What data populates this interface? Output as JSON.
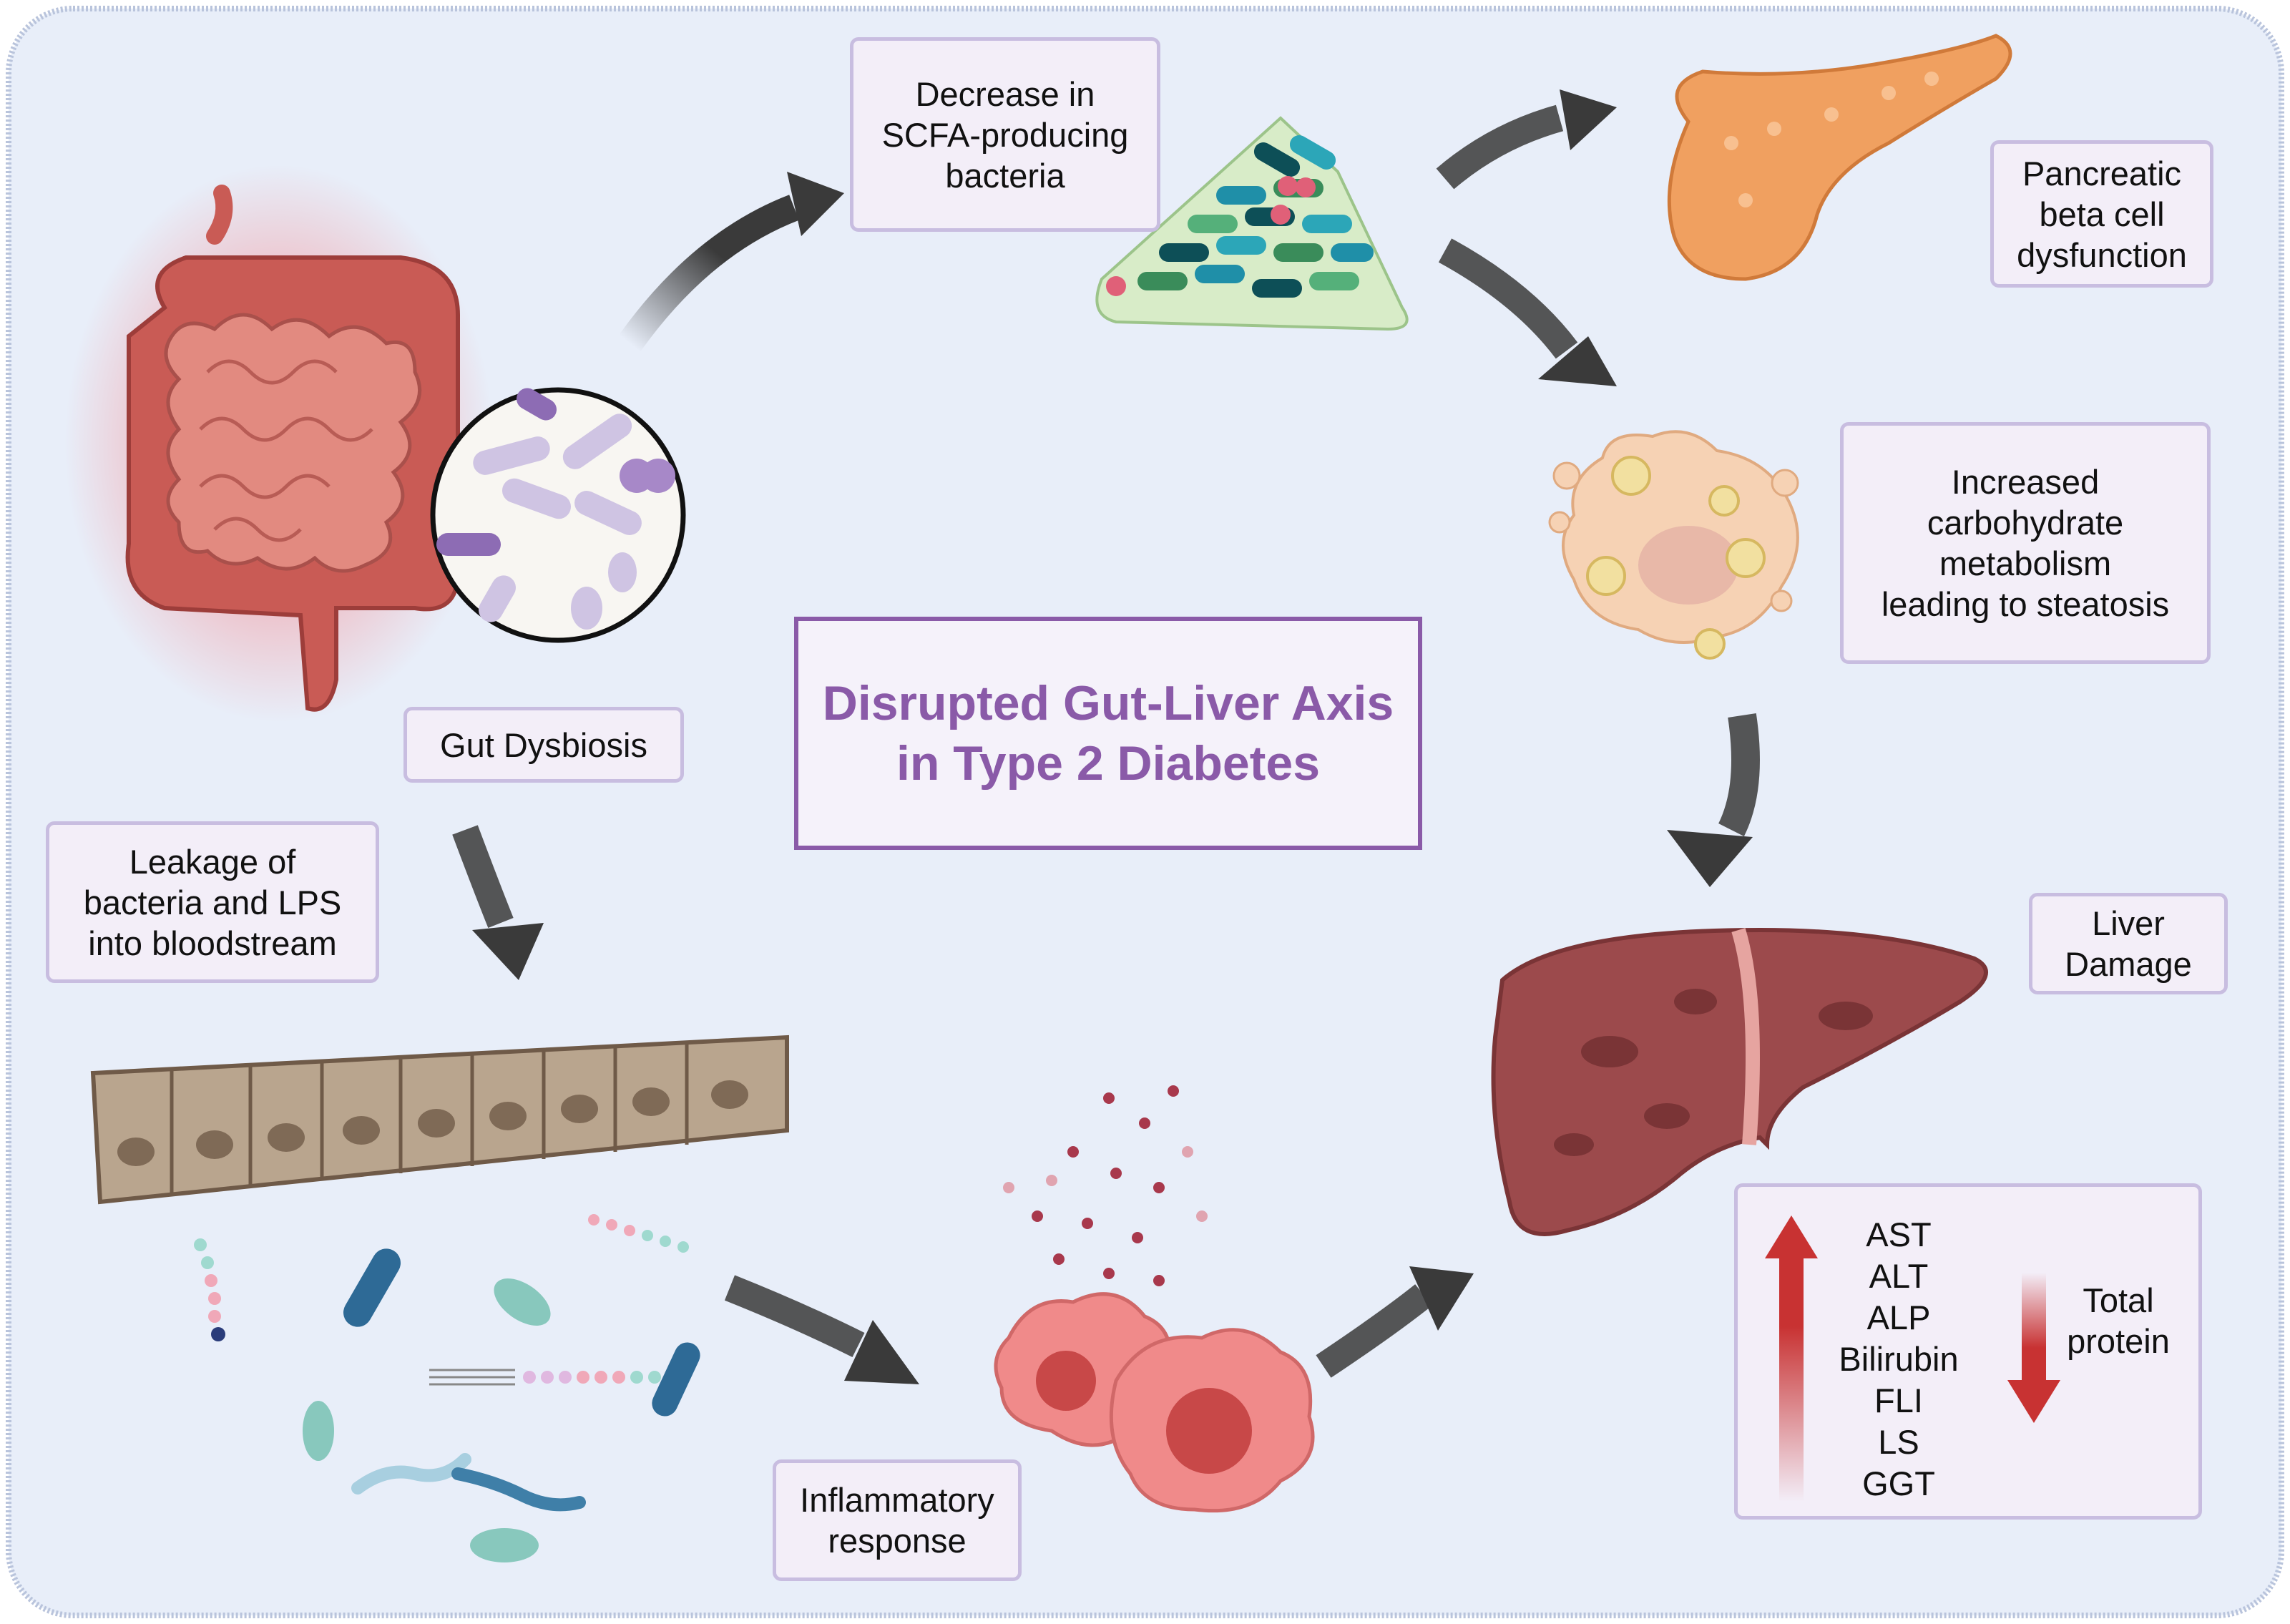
{
  "title": "Disrupted Gut-Liver Axis\nin Type 2 Diabetes",
  "labels": {
    "scfa": "Decrease in\nSCFA-producing\nbacteria",
    "pancreas": "Pancreatic\nbeta cell\ndysfunction",
    "steatosis": "Increased\ncarbohydrate\nmetabolism\nleading to steatosis",
    "dysbiosis": "Gut Dysbiosis",
    "leakage": "Leakage of\nbacteria and LPS\ninto bloodstream",
    "liver_damage": "Liver\nDamage",
    "inflammatory": "Inflammatory\nresponse"
  },
  "markers": {
    "increased": [
      "AST",
      "ALT",
      "ALP",
      "Bilirubin",
      "FLI",
      "LS",
      "GGT"
    ],
    "decreased": "Total\nprotein"
  },
  "colors": {
    "background": "#e8eef9",
    "frame": "#b9c4dc",
    "title": "#8a5aa8",
    "box_border": "#c8bde0",
    "arrow": "#3a3a3a",
    "up_arrow": "#c83232",
    "down_arrow": "#c83232"
  },
  "icons": [
    "intestine-icon",
    "bacteria-magnifier-icon",
    "bacteria-cluster-icon",
    "pancreas-icon",
    "fat-cell-icon",
    "liver-icon",
    "epithelium-icon",
    "lps-molecule-icon",
    "immune-cell-icon",
    "cytokine-dots-icon"
  ]
}
